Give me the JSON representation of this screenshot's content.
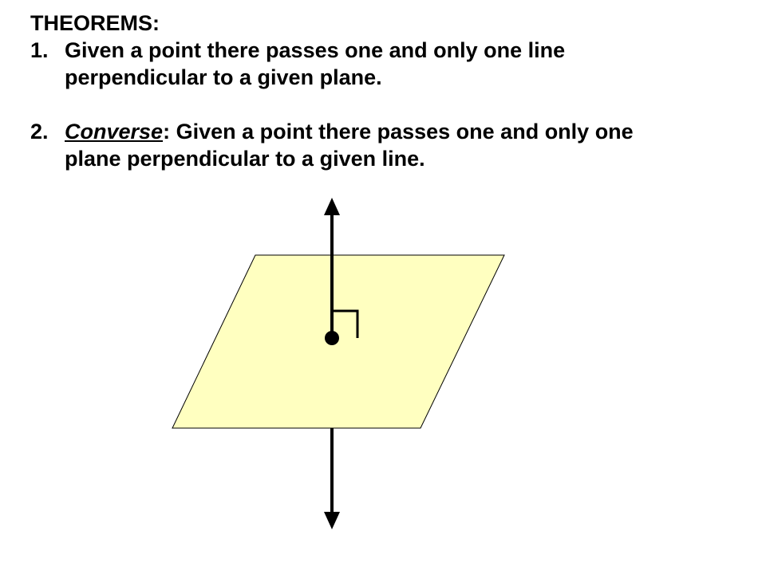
{
  "heading": "THEOREMS:",
  "theorems": [
    {
      "number": "1.",
      "line1": "Given a point there passes one and only one line",
      "line2": "perpendicular to a given plane."
    },
    {
      "number": "2.",
      "prefix": "Converse",
      "separator": ":",
      "line1_rest": " Given a point there passes one and only one",
      "line2": "plane perpendicular to a given line."
    }
  ],
  "colors": {
    "plane_fill": "#FFFFC0",
    "line": "#000000"
  }
}
